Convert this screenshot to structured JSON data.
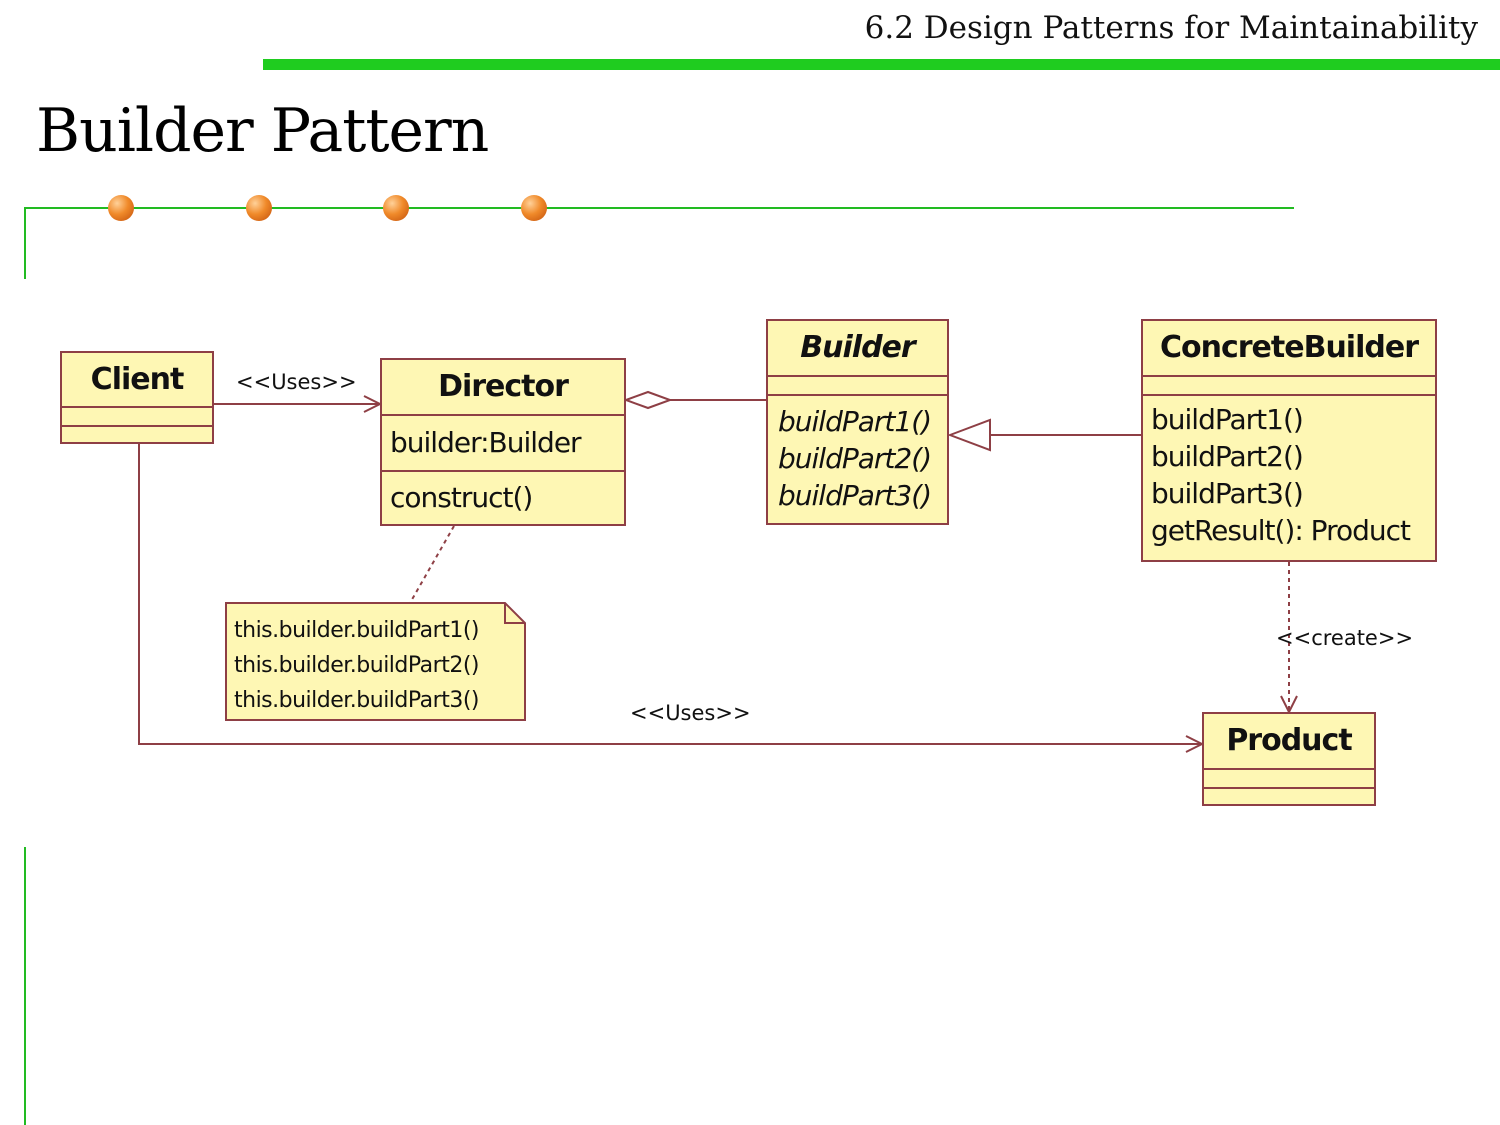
{
  "header": {
    "title": "6.2 Design Patterns for Maintainability"
  },
  "slide": {
    "title": "Builder Pattern"
  },
  "colors": {
    "accent_green": "#1fcc1f",
    "class_fill": "#fef7b4",
    "class_border": "#8e3f45",
    "dot_orange": "#f08a2a"
  },
  "classes": {
    "client": {
      "name": "Client"
    },
    "director": {
      "name": "Director",
      "attributes": [
        "builder:Builder"
      ],
      "operations": [
        "construct()"
      ]
    },
    "builder": {
      "name": "Builder",
      "operations": [
        "buildPart1()",
        "buildPart2()",
        "buildPart3()"
      ]
    },
    "concrete_builder": {
      "name": "ConcreteBuilder",
      "operations": [
        "buildPart1()",
        "buildPart2()",
        "buildPart3()",
        "getResult(): Product"
      ]
    },
    "product": {
      "name": "Product"
    }
  },
  "note": {
    "lines": [
      "this.builder.buildPart1()",
      "this.builder.buildPart2()",
      "this.builder.buildPart3()"
    ]
  },
  "relations": {
    "client_director": "<<Uses>>",
    "client_product": "<<Uses>>",
    "concrete_product": "<<create>>"
  }
}
